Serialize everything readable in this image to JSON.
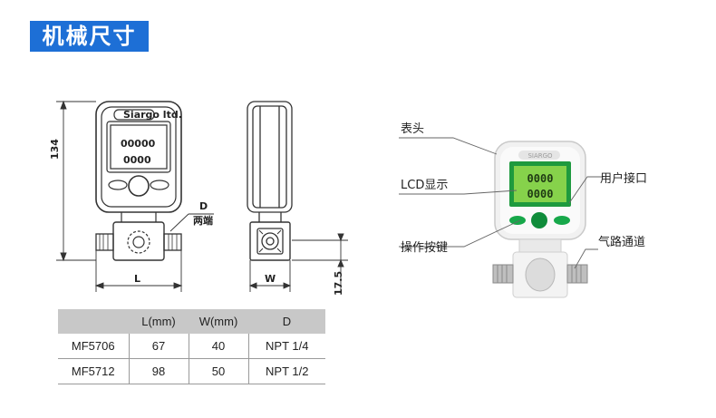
{
  "title": "机械尺寸",
  "drawing": {
    "height_dim": "134",
    "length_dim": "L",
    "width_dim": "W",
    "port_dim": "D",
    "port_note": "两端",
    "base_dim": "17.5",
    "brand": "Siargo ltd.",
    "display_top": "00000",
    "display_bottom": "0000"
  },
  "photo": {
    "callouts": {
      "meter_head": "表头",
      "lcd": "LCD显示",
      "user_port": "用户接口",
      "buttons": "操作按键",
      "gas_channel": "气路通道"
    },
    "brand": "SIARGO",
    "colors": {
      "accent_green": "#17a84a",
      "lcd_green": "#7fd14a",
      "body": "#f4f4f4"
    }
  },
  "table": {
    "headers": [
      "",
      "L(mm)",
      "W(mm)",
      "D"
    ],
    "rows": [
      [
        "MF5706",
        "67",
        "40",
        "NPT 1/4"
      ],
      [
        "MF5712",
        "98",
        "50",
        "NPT 1/2"
      ]
    ]
  }
}
